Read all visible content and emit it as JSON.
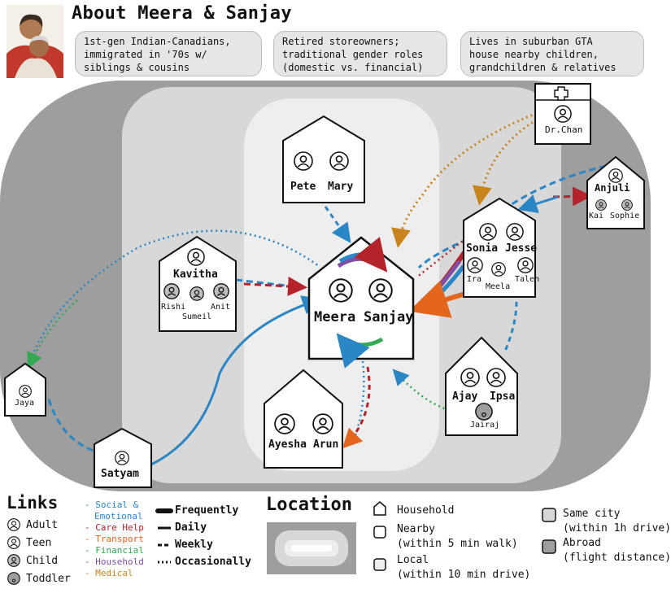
{
  "header": {
    "title": "About Meera & Sanjay",
    "facts": [
      "1st-gen Indian-Canadians,\nimmigrated in '70s w/\nsiblings & cousins",
      "Retired storeowners;\ntraditional gender roles\n(domestic vs. financial)",
      "Lives in suburban GTA\nhouse nearby children,\ngrandchildren & relatives"
    ]
  },
  "households": {
    "center": {
      "adults": [
        "Meera",
        "Sanjay"
      ]
    },
    "pete_mary": {
      "adults": [
        "Pete",
        "Mary"
      ]
    },
    "kavitha": {
      "adult": "Kavitha",
      "children": [
        "Rishi",
        "Sumeil",
        "Anit"
      ]
    },
    "ayesha_arun": {
      "adults": [
        "Ayesha",
        "Arun"
      ]
    },
    "sonia_jesse": {
      "adults": [
        "Sonia",
        "Jesse"
      ],
      "children": [
        "Ira",
        "Meela",
        "Talen"
      ]
    },
    "ajay_ipsa": {
      "adults": [
        "Ajay",
        "Ipsa"
      ],
      "toddler": "Jairaj"
    },
    "anjuli": {
      "adult": "Anjuli",
      "children": [
        "Kai",
        "Sophie"
      ]
    },
    "doctor": {
      "name": "Dr.Chan"
    },
    "jaya": {
      "name": "Jaya"
    },
    "satyam": {
      "name": "Satyam"
    }
  },
  "colors": {
    "social": "#2b86c5",
    "care": "#b4232a",
    "transport": "#e3661c",
    "financial": "#34a853",
    "household": "#7e4fa3",
    "medical": "#c8851e",
    "city": "#9e9e9e",
    "local": "#d8d8d8",
    "nearby": "#eeeeee"
  },
  "legend": {
    "links_title": "Links",
    "people": [
      "Adult",
      "Teen",
      "Child",
      "Toddler"
    ],
    "link_types": [
      "Social &",
      "Emotional",
      "Care Help",
      "Transport",
      "Financial",
      "Household",
      "Medical"
    ],
    "frequencies": [
      "Frequently",
      "Daily",
      "Weekly",
      "Occasionally"
    ],
    "location_title": "Location",
    "locations": {
      "household": "Household",
      "nearby": "Nearby",
      "nearby_sub": "(within 5 min walk)",
      "local": "Local",
      "local_sub": "(within 10 min drive)",
      "city": "Same city",
      "city_sub": "(within 1h drive)",
      "abroad": "Abroad",
      "abroad_sub": "(flight distance)"
    }
  }
}
